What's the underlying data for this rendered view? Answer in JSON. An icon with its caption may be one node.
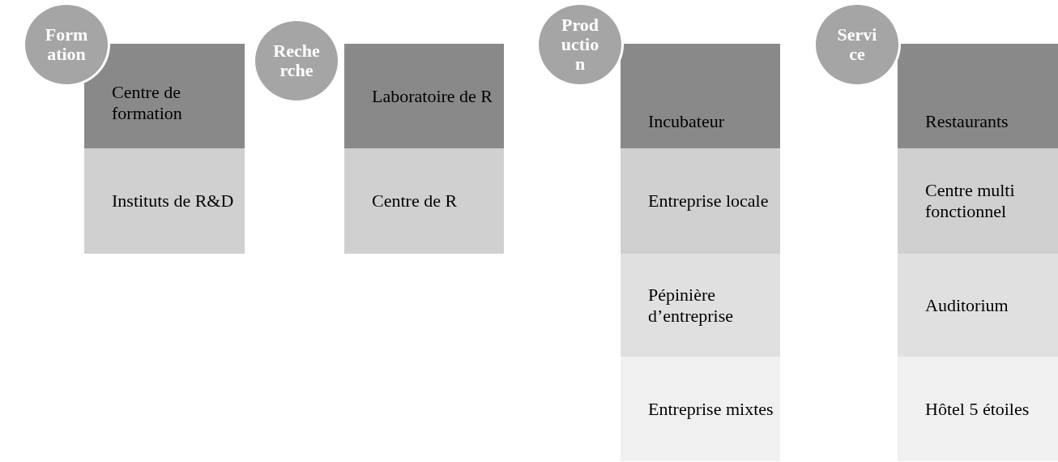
{
  "diagram": {
    "nodes": [
      {
        "text": [
          "Formation"
        ]
      },
      {
        "text": [
          "Centre de formation"
        ]
      },
      {
        "text": [
          "Instituts de R&D"
        ]
      },
      {
        "text": [
          "Recherche"
        ]
      },
      {
        "text": [
          "Laboratoire de R"
        ]
      },
      {
        "text": [
          "Centre de R"
        ]
      },
      {
        "text": [
          "Production"
        ]
      },
      {
        "text": [
          "Incubateur"
        ]
      },
      {
        "text": [
          "Entreprise locale"
        ]
      },
      {
        "text": [
          "Pépinière d’entreprise"
        ]
      },
      {
        "text": [
          "Entreprise mixtes"
        ]
      },
      {
        "text": [
          "Service"
        ]
      },
      {
        "text": [
          "Restaurants"
        ]
      },
      {
        "text": [
          "Centre multi fonctionnel"
        ]
      },
      {
        "text": [
          "Auditorium"
        ]
      },
      {
        "text": [
          "Hôtel 5 étoiles"
        ]
      }
    ]
  }
}
